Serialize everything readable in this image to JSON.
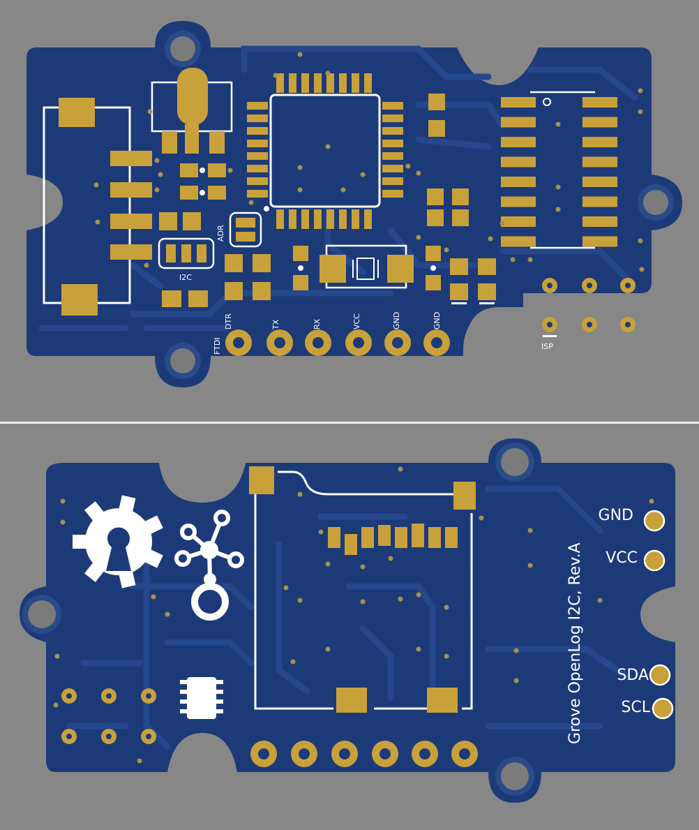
{
  "colors": {
    "background": "#878787",
    "divider": "#f0f0f0",
    "board": "#1d3a78",
    "board_trace": "#25478c",
    "copper": "#c9a13a",
    "silk": "#ffffff",
    "via": "#a89050",
    "hole": "#7b7b7b"
  },
  "top_board": {
    "labels": {
      "adr": "ADR",
      "i2c": "I2C",
      "ftdi": "FTDI",
      "isp": "ISP"
    },
    "header_pins": [
      "DTR",
      "TX",
      "RX",
      "VCC",
      "GND",
      "GND"
    ]
  },
  "bottom_board": {
    "title": "Grove OpenLog I2C, Rev.A",
    "connector_pins": [
      "GND",
      "VCC",
      "SDA",
      "SCL"
    ],
    "icons": [
      "open-hardware-gear-icon",
      "open-source-network-icon",
      "ic-chip-icon"
    ]
  }
}
